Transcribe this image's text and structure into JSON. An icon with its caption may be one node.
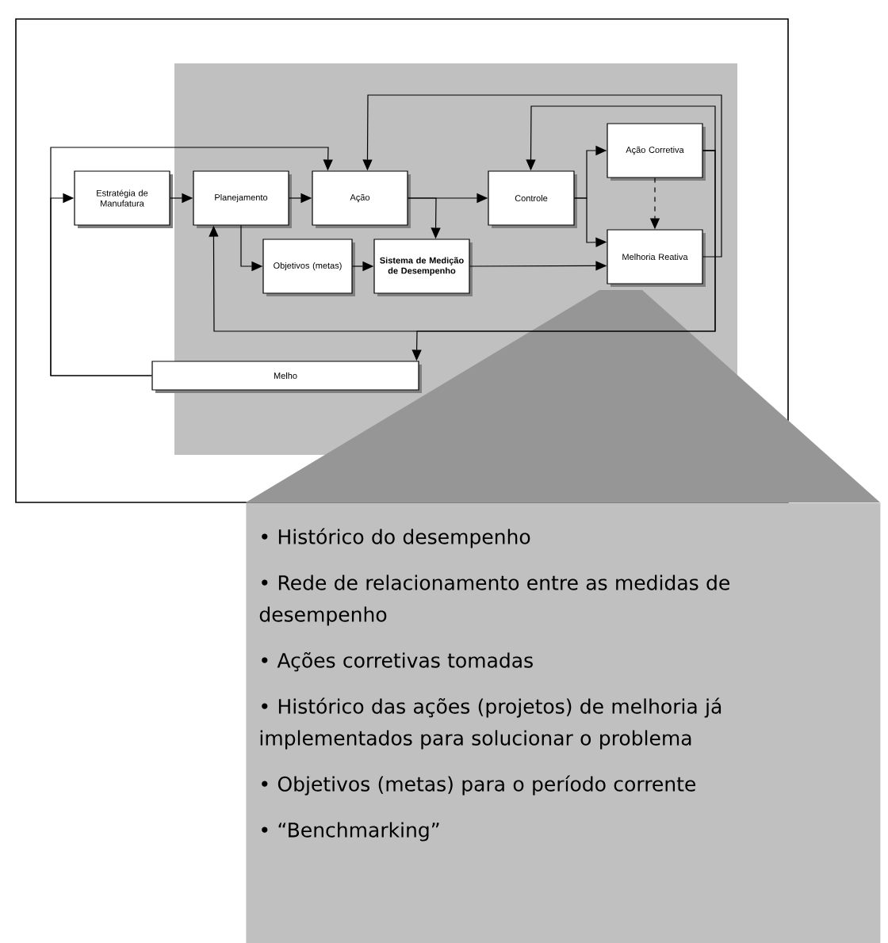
{
  "diagram": {
    "nodes": [
      {
        "text": [
          "Estratégia de Manufatura"
        ]
      },
      {
        "text": [
          "Planejamento"
        ]
      },
      {
        "text": [
          "Ação"
        ]
      },
      {
        "text": [
          "Objetivos (metas)"
        ]
      },
      {
        "text": [
          "Sistema de Medição de Desempenho"
        ]
      },
      {
        "text": [
          "Controle"
        ]
      },
      {
        "text": [
          "Ação Corretiva"
        ]
      },
      {
        "text": [
          "Melhoria Reativa"
        ]
      },
      {
        "text": [
          "Melho"
        ]
      },
      {
        "text": [
          "• Histórico do desempenho",
          "• Rede de relacionamento entre as medidas de desempenho",
          "• Ações corretivas tomadas",
          "• Histórico das ações (projetos) de melhoria já implementados para solucionar o problema",
          "• Objetivos (metas) para o período corrente",
          "• “Benchmarking”"
        ]
      }
    ],
    "edges": [
      {
        "from": 0,
        "to": 1,
        "arrow": "to"
      },
      {
        "from": 1,
        "to": 2,
        "arrow": "to"
      },
      {
        "from": 1,
        "to": 3,
        "arrow": "to"
      },
      {
        "from": 3,
        "to": 4,
        "arrow": "to"
      },
      {
        "from": 2,
        "to": 5,
        "arrow": "to"
      },
      {
        "from": 2,
        "to": 4,
        "arrow": "to"
      },
      {
        "from": 5,
        "to": 6,
        "arrow": "to"
      },
      {
        "from": 5,
        "to": 7,
        "arrow": "to"
      },
      {
        "from": 4,
        "to": 7,
        "arrow": "to"
      },
      {
        "from": 6,
        "to": 7,
        "arrow": "to",
        "style": "dashed"
      },
      {
        "from": 7,
        "to": 2,
        "arrow": "to"
      },
      {
        "from": 6,
        "to": 5,
        "arrow": "to"
      },
      {
        "from": 6,
        "to": 1,
        "arrow": "to"
      },
      {
        "from": 6,
        "to": 8,
        "arrow": "to"
      },
      {
        "from": 8,
        "to": 0,
        "arrow": "to"
      },
      {
        "from": 8,
        "to": 2,
        "arrow": "to"
      }
    ]
  }
}
